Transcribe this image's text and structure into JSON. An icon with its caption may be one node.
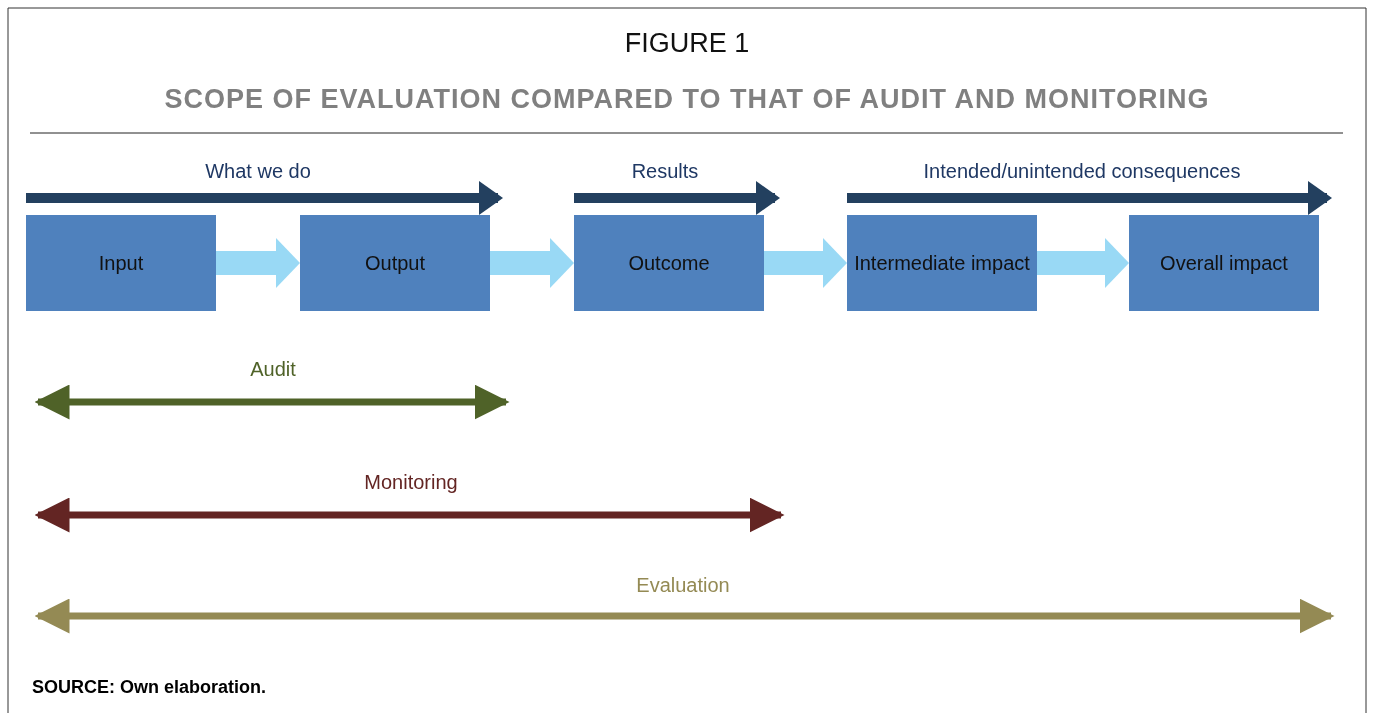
{
  "diagram": {
    "title": "SCOPE OF EVALUATION COMPARED TO THAT OF AUDIT AND MONITORING",
    "caption": "SOURCE: Own elaboration.",
    "nodes": [
      {
        "text": [
          "Input"
        ]
      },
      {
        "text": [
          "Output"
        ]
      },
      {
        "text": [
          "Outcome"
        ]
      },
      {
        "text": [
          "Intermediate impact"
        ]
      },
      {
        "text": [
          "Overall impact"
        ]
      }
    ],
    "edges": [
      {
        "from": 0,
        "to": 1,
        "arrow": "to"
      },
      {
        "from": 1,
        "to": 2,
        "arrow": "to"
      },
      {
        "from": 2,
        "to": 3,
        "arrow": "to"
      },
      {
        "from": 3,
        "to": 4,
        "arrow": "to"
      }
    ],
    "labels": [
      "FIGURE 1",
      "What we do",
      "Results",
      "Intended/unintended consequences",
      "Audit",
      "Monitoring",
      "Evaluation"
    ]
  }
}
